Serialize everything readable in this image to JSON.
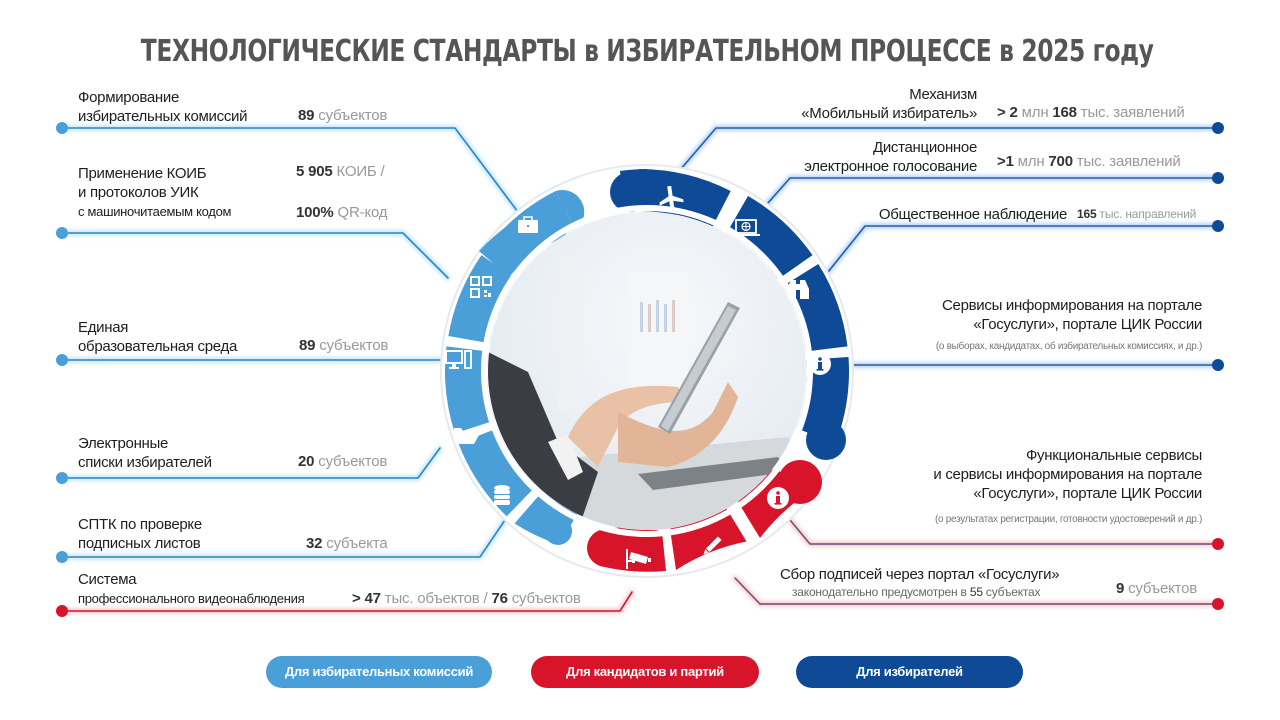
{
  "title": "ТЕХНОЛОГИЧЕСКИЕ  СТАНДАРТЫ  в ИЗБИРАТЕЛЬНОМ  ПРОЦЕССЕ  в 2025 году",
  "colors": {
    "commissions": "#4a9fd8",
    "candidates": "#d7142a",
    "voters": "#0e4a96",
    "title": "#555555"
  },
  "left_items": [
    {
      "label_line1": "Формирование",
      "label_line2": "избирательных комиссий",
      "value_bold": "89",
      "value_rest": " субъектов",
      "icon": "briefcase-icon"
    },
    {
      "label_line1": "Применение КОИБ",
      "label_line2": "и протоколов УИК",
      "label_line3": "с машиночитаемым кодом",
      "value_bold": "5 905",
      "value_rest": " КОИБ /",
      "value2_bold": "100%",
      "value2_rest": " QR-код",
      "icon": "qr-code-icon"
    },
    {
      "label_line1": "Единая",
      "label_line2": "образовательная среда",
      "value_bold": "89",
      "value_rest": " субъектов",
      "icon": "computer-icon"
    },
    {
      "label_line1": "Электронные",
      "label_line2": "списки избирателей",
      "value_bold": "20",
      "value_rest": " субъектов",
      "icon": "folder-icon"
    },
    {
      "label_line1": "СПТК по проверке",
      "label_line2": "подписных листов",
      "value_bold": "32",
      "value_rest": " субъекта",
      "icon": "database-icon"
    },
    {
      "label_line1": "Система",
      "label_line2": "профессионального видеонаблюдения",
      "value_prefix": "> ",
      "value_bold": "47",
      "value_rest": " тыс. объектов / ",
      "value2_bold": "76",
      "value2_rest": " субъектов",
      "icon": "cctv-camera-icon"
    }
  ],
  "right_items": [
    {
      "label_line1": "Механизм",
      "label_line2": "«Мобильный избиратель»",
      "value_prefix": "> ",
      "value_bold": "2",
      "value_mid": " млн ",
      "value_bold2": "168",
      "value_rest": " тыс. заявлений",
      "icon": "airplane-icon"
    },
    {
      "label_line1": "Дистанционное",
      "label_line2": "электронное голосование",
      "value_prefix": ">",
      "value_bold": "1",
      "value_mid": "  млн ",
      "value_bold2": "700",
      "value_rest": "  тыс. заявлений",
      "icon": "laptop-globe-icon"
    },
    {
      "label_line1": "Общественное наблюдение",
      "value_bold": "165",
      "value_rest": " тыс. направлений",
      "icon": "binoculars-icon"
    },
    {
      "label_line1": "Сервисы информирования на портале",
      "label_line2": "«Госуслуги», портале ЦИК России",
      "note": "(о выборах, кандидатах, об избирательных комиссиях,  и др.)",
      "icon": "info-icon"
    },
    {
      "label_line1": "Функциональные сервисы",
      "label_line2": "и сервисы  информирования на портале",
      "label_line3": "«Госуслуги», портале ЦИК России",
      "note": "(о результатах регистрации, готовности удостоверений  и др.)",
      "icon": "info-icon"
    },
    {
      "label_line1": "Сбор подписей через портал «Госуслуги»",
      "sub_pre": "законодательно предусмотрен  в ",
      "sub_bold": "55",
      "sub_post": " субъектах",
      "value_bold": "9",
      "value_rest": " субъектов",
      "icon": "pencil-icon"
    }
  ],
  "legend": [
    {
      "label": "Для  избирательных комиссий",
      "color": "#4a9fd8"
    },
    {
      "label": "Для кандидатов и партий",
      "color": "#d7142a"
    },
    {
      "label": "Для избирателей",
      "color": "#0e4a96"
    }
  ]
}
